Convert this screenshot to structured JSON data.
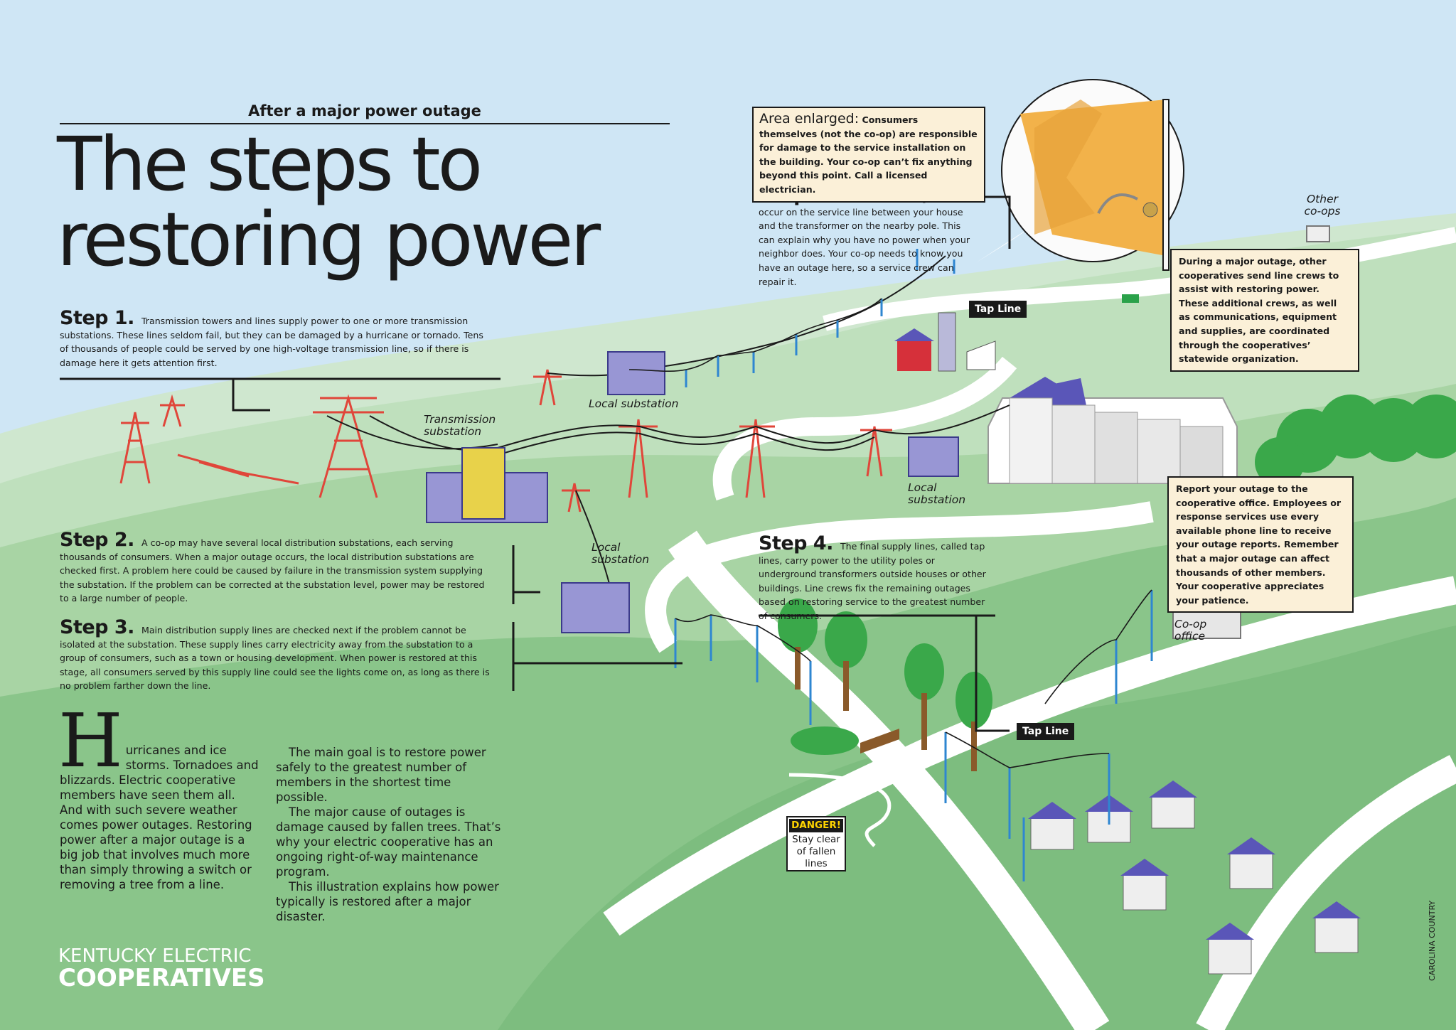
{
  "header": {
    "kicker": "After a major power outage",
    "title_line1": "The steps to",
    "title_line2": "restoring power"
  },
  "steps": [
    {
      "label": "Step 1.",
      "text": "Transmission towers and lines supply power to one or more transmission substations. These lines seldom fail, but they can be damaged by a hurricane or tornado. Tens of thousands of people could be served by one high-voltage transmission line, so if there is damage here it gets attention first."
    },
    {
      "label": "Step 2.",
      "text": "A co-op may have several local distribution substations, each serving thousands of consumers. When a major outage occurs, the local distribution substations are checked first. A problem here could be caused by failure in the transmission system supplying the substation. If the problem can be corrected at the substation level, power may be restored to a large number of people."
    },
    {
      "label": "Step 3.",
      "text": "Main distribution supply lines are checked next if the problem cannot be isolated at the substation. These supply lines carry electricity away from the substation to a group of consumers, such as a town or housing development. When power is restored at this stage, all consumers served by this supply line could see the lights come on, as long as there is no problem farther down the line."
    },
    {
      "label": "Step 4.",
      "text": "The final supply lines, called tap lines, carry power to the utility poles or underground transformers outside houses or other buildings. Line crews fix the remaining outages based on restoring service to the greatest number of consumers."
    },
    {
      "label": "Step 5.",
      "text": "Sometimes, damage will occur on the service line between your house and the transformer on the nearby pole. This can explain why you have no power when your neighbor does. Your co-op needs to know you have an outage here, so a service crew can repair it."
    }
  ],
  "callouts": {
    "area_label": "Area enlarged:",
    "area_text": "Consumers themselves (not the co-op) are responsible for damage to the service installation on the building. Your co-op can’t fix anything beyond this point. Call a licensed electrician.",
    "other_coops": "During a major outage, other cooperatives send line crews to assist with restoring power. These additional crews, as well as communications, equipment and supplies, are coordinated through the cooperatives’ statewide organization.",
    "report": "Report your outage to the cooperative office. Employees or response services use every available phone line to receive your outage reports. Remember that a major outage can affect thousands of other members. Your cooperative appreciates your patience."
  },
  "intro": {
    "dropcap": "H",
    "col1": "urricanes and ice storms. Tornadoes and blizzards. Electric cooperative members have seen them all. And with such severe weather comes power outages. Restoring power after a major outage is a big job that involves much more than simply throwing a switch or removing a tree from a line.",
    "col2_p1": "The main goal is to restore power safely to the greatest number of members in the shortest time possible.",
    "col2_p2": "The major cause of outages is damage caused by fallen trees. That’s why your electric cooperative has an ongoing right-of-way maintenance program.",
    "col2_p3": "This illustration explains how power typically is restored after a major disaster."
  },
  "labels": {
    "transmission_substation": "Transmission substation",
    "local_substation": "Local substation",
    "other_coops": "Other co-ops",
    "coop_office": "Co-op office",
    "tap_line": "Tap Line",
    "danger": "DANGER!",
    "danger_text": "Stay clear of fallen lines"
  },
  "logo": {
    "line1": "KENTUCKY ELECTRIC",
    "line2": "COOPERATIVES"
  },
  "credit": "CAROLINA COUNTRY",
  "colors": {
    "sky": "#cfe6f5",
    "hill_light": "#b9dcb6",
    "hill_mid": "#9acb95",
    "hill_dark": "#7fbf83",
    "tower_red": "#e0463a",
    "pole_blue": "#2e86d1",
    "roof_purple": "#5a56b8",
    "callout_bg": "#fbf0d8"
  }
}
